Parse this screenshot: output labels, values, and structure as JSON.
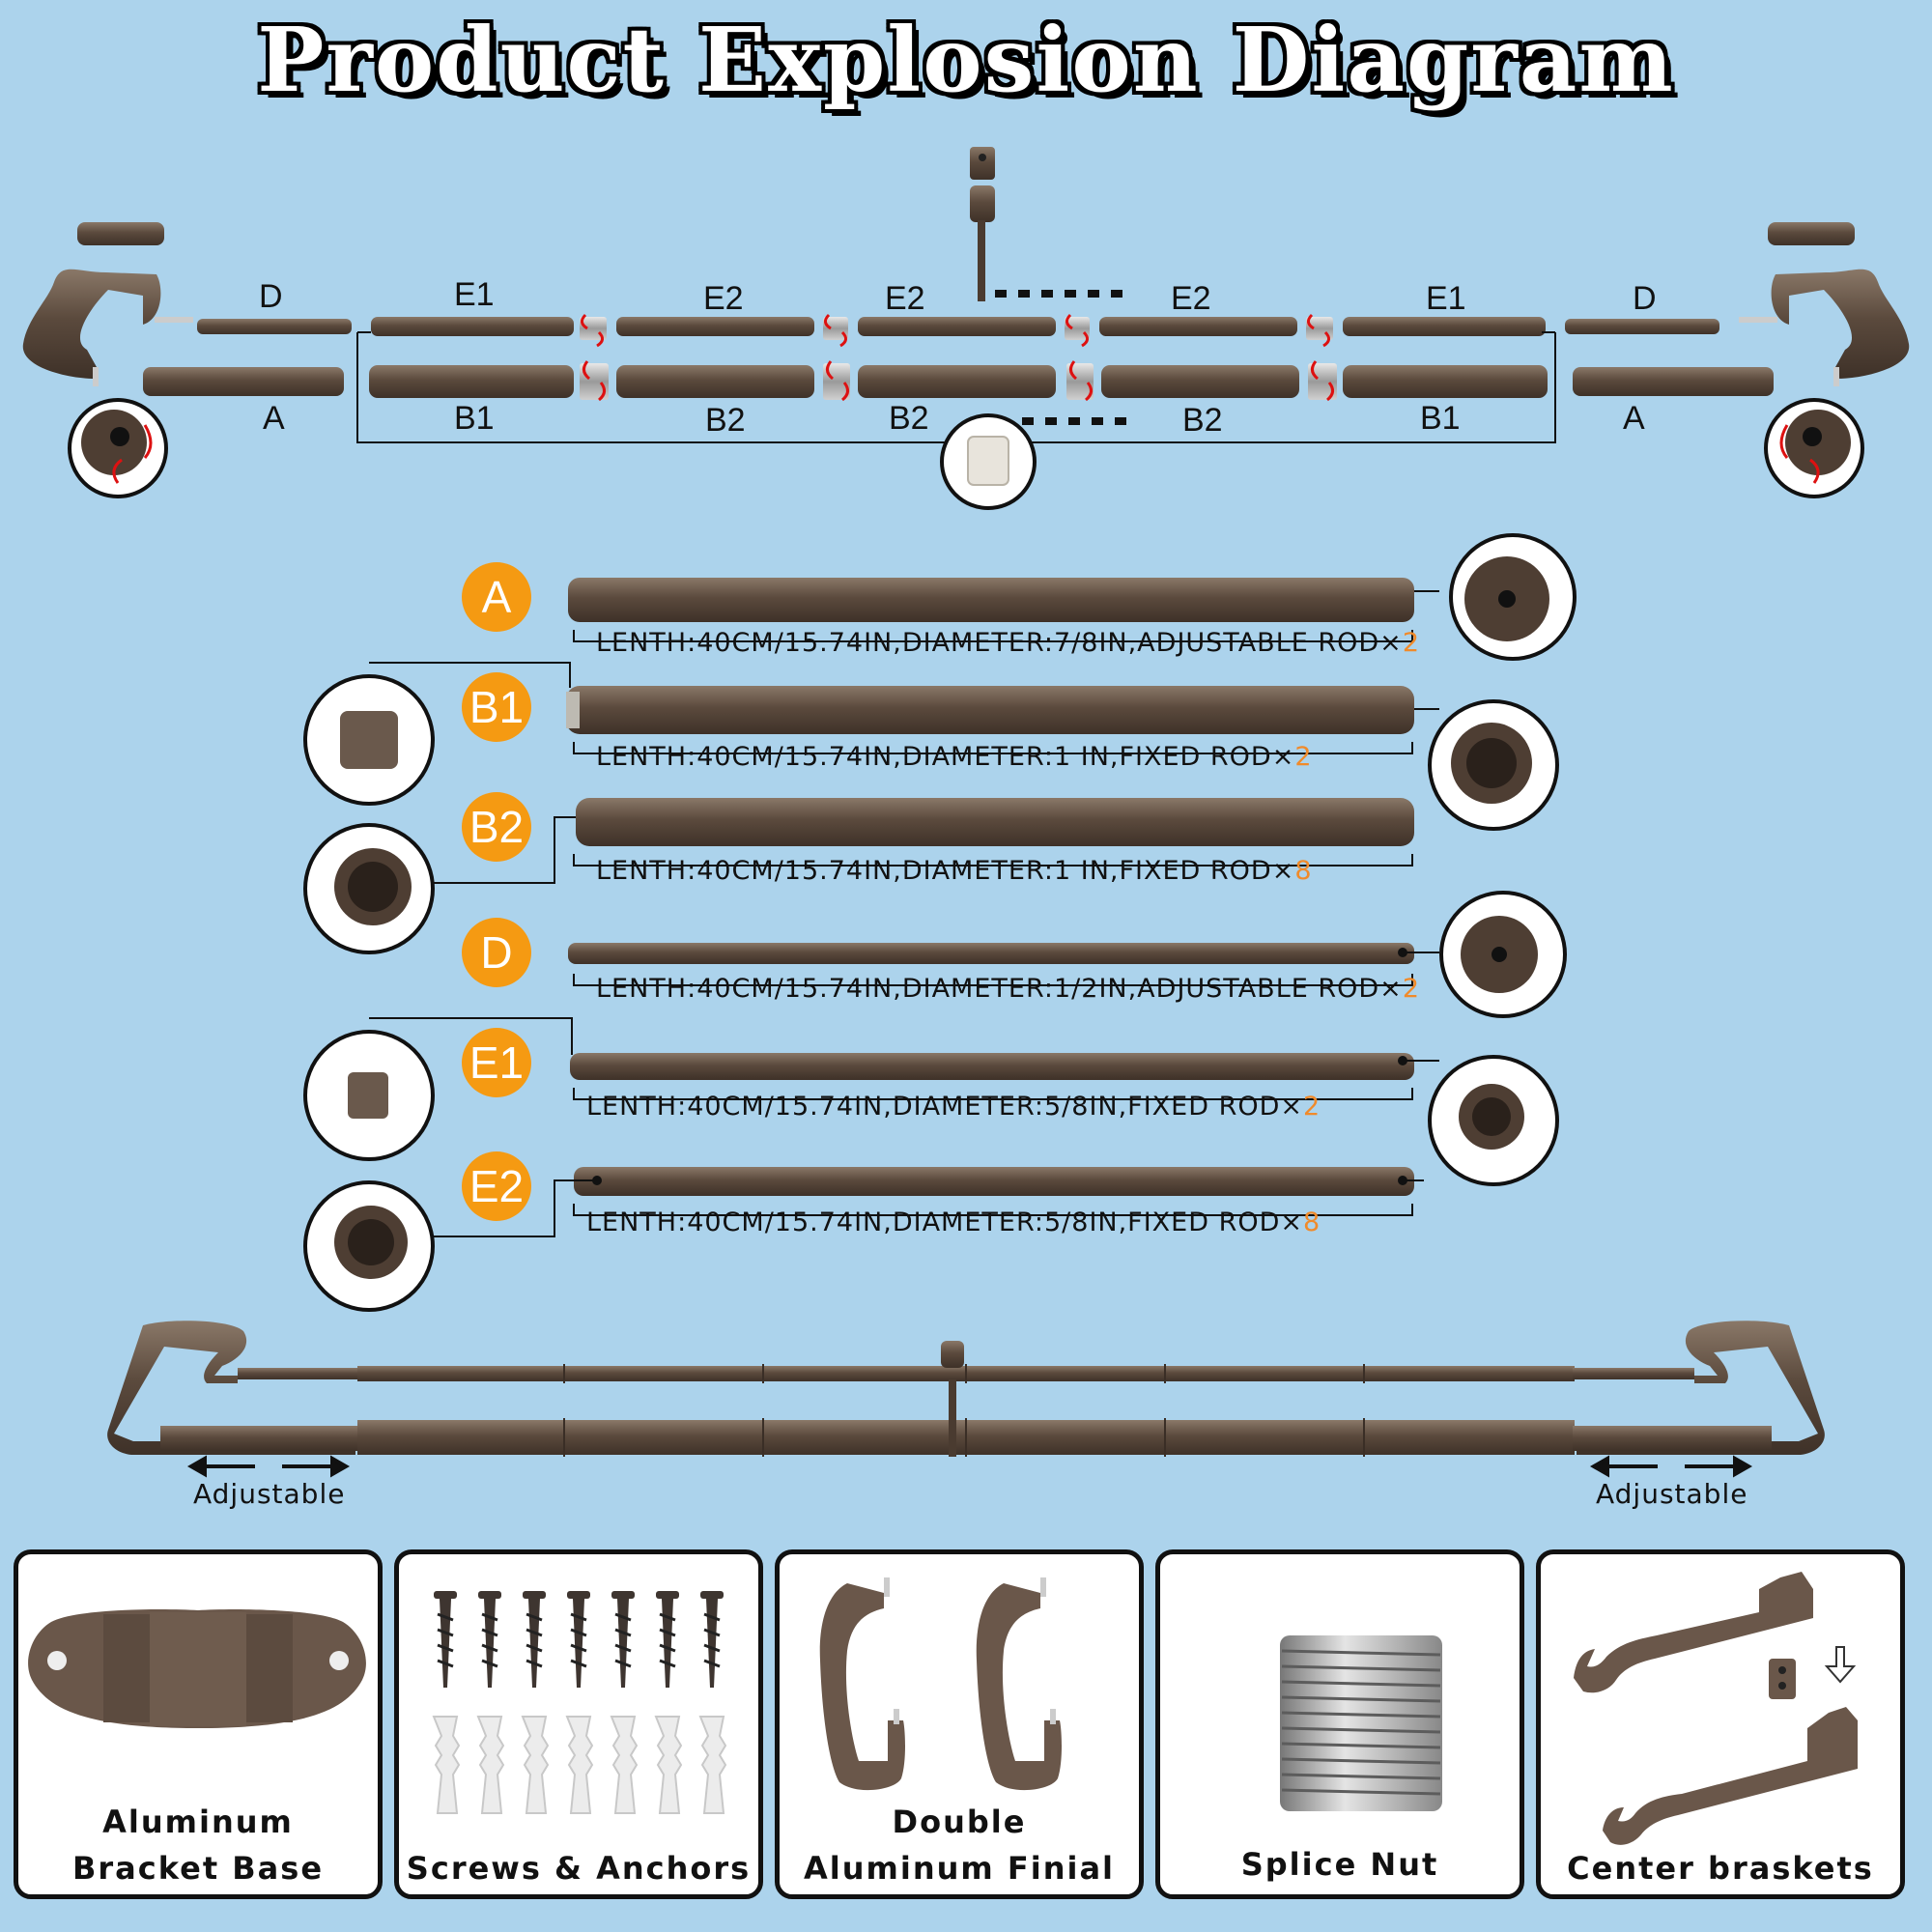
{
  "title": "Product Explosion Diagram",
  "explosion": {
    "top_labels": [
      "D",
      "E1",
      "E2",
      "E2",
      "E2",
      "E1",
      "D"
    ],
    "bottom_labels": [
      "A",
      "B1",
      "B2",
      "B2",
      "B2",
      "B1",
      "A"
    ]
  },
  "parts": [
    {
      "id": "A",
      "spec": "LENTH:40CM/15.74IN,DIAMETER:7/8IN,ADJUSTABLE ROD×",
      "qty": "2"
    },
    {
      "id": "B1",
      "spec": "LENTH:40CM/15.74IN,DIAMETER:1 IN,FIXED ROD×",
      "qty": "2"
    },
    {
      "id": "B2",
      "spec": "LENTH:40CM/15.74IN,DIAMETER:1 IN,FIXED ROD×",
      "qty": "8"
    },
    {
      "id": "D",
      "spec": "LENTH:40CM/15.74IN,DIAMETER:1/2IN,ADJUSTABLE ROD×",
      "qty": "2"
    },
    {
      "id": "E1",
      "spec": "LENTH:40CM/15.74IN,DIAMETER:5/8IN,FIXED ROD×",
      "qty": "2"
    },
    {
      "id": "E2",
      "spec": "LENTH:40CM/15.74IN,DIAMETER:5/8IN,FIXED ROD×",
      "qty": "8"
    }
  ],
  "assembled": {
    "left_label": "Adjustable",
    "right_label": "Adjustable"
  },
  "cards": [
    {
      "label_1": "Aluminum",
      "label_2": "Bracket Base"
    },
    {
      "label_1": "",
      "label_2": "Screws & Anchors"
    },
    {
      "label_1": "Double",
      "label_2": "Aluminum Finial"
    },
    {
      "label_1": "",
      "label_2": "Splice Nut"
    },
    {
      "label_1": "",
      "label_2": "Center braskets"
    }
  ],
  "colors": {
    "background": "#acd3ec",
    "rod": "#5b4a3d",
    "badge": "#f59a12",
    "quantity": "#f08a2a"
  }
}
